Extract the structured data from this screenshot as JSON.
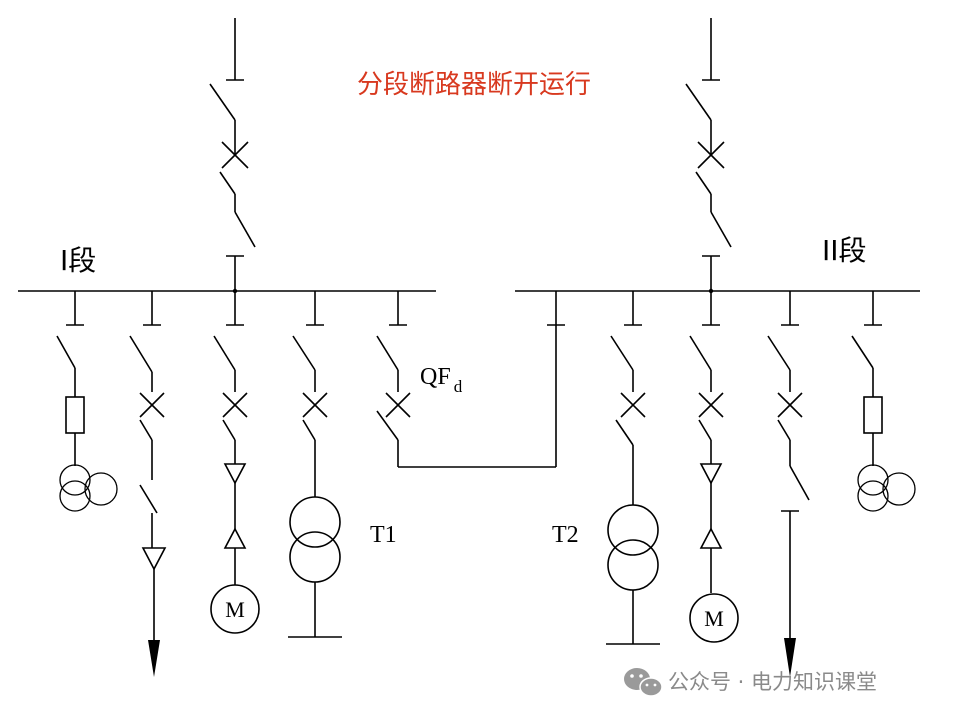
{
  "diagram": {
    "title": "分段断路器断开运行",
    "section_1_label": "I段",
    "section_2_label": "II段",
    "breaker_label_main": "QF",
    "breaker_label_sub": "d",
    "transformer_1_label": "T1",
    "transformer_2_label": "T2",
    "motor_1_label": "M",
    "motor_2_label": "M",
    "watermark_text": "公众号 · 电力知识课堂",
    "colors": {
      "title": "#d8391f",
      "lines": "#000000",
      "watermark": "#8a8a8a"
    }
  }
}
